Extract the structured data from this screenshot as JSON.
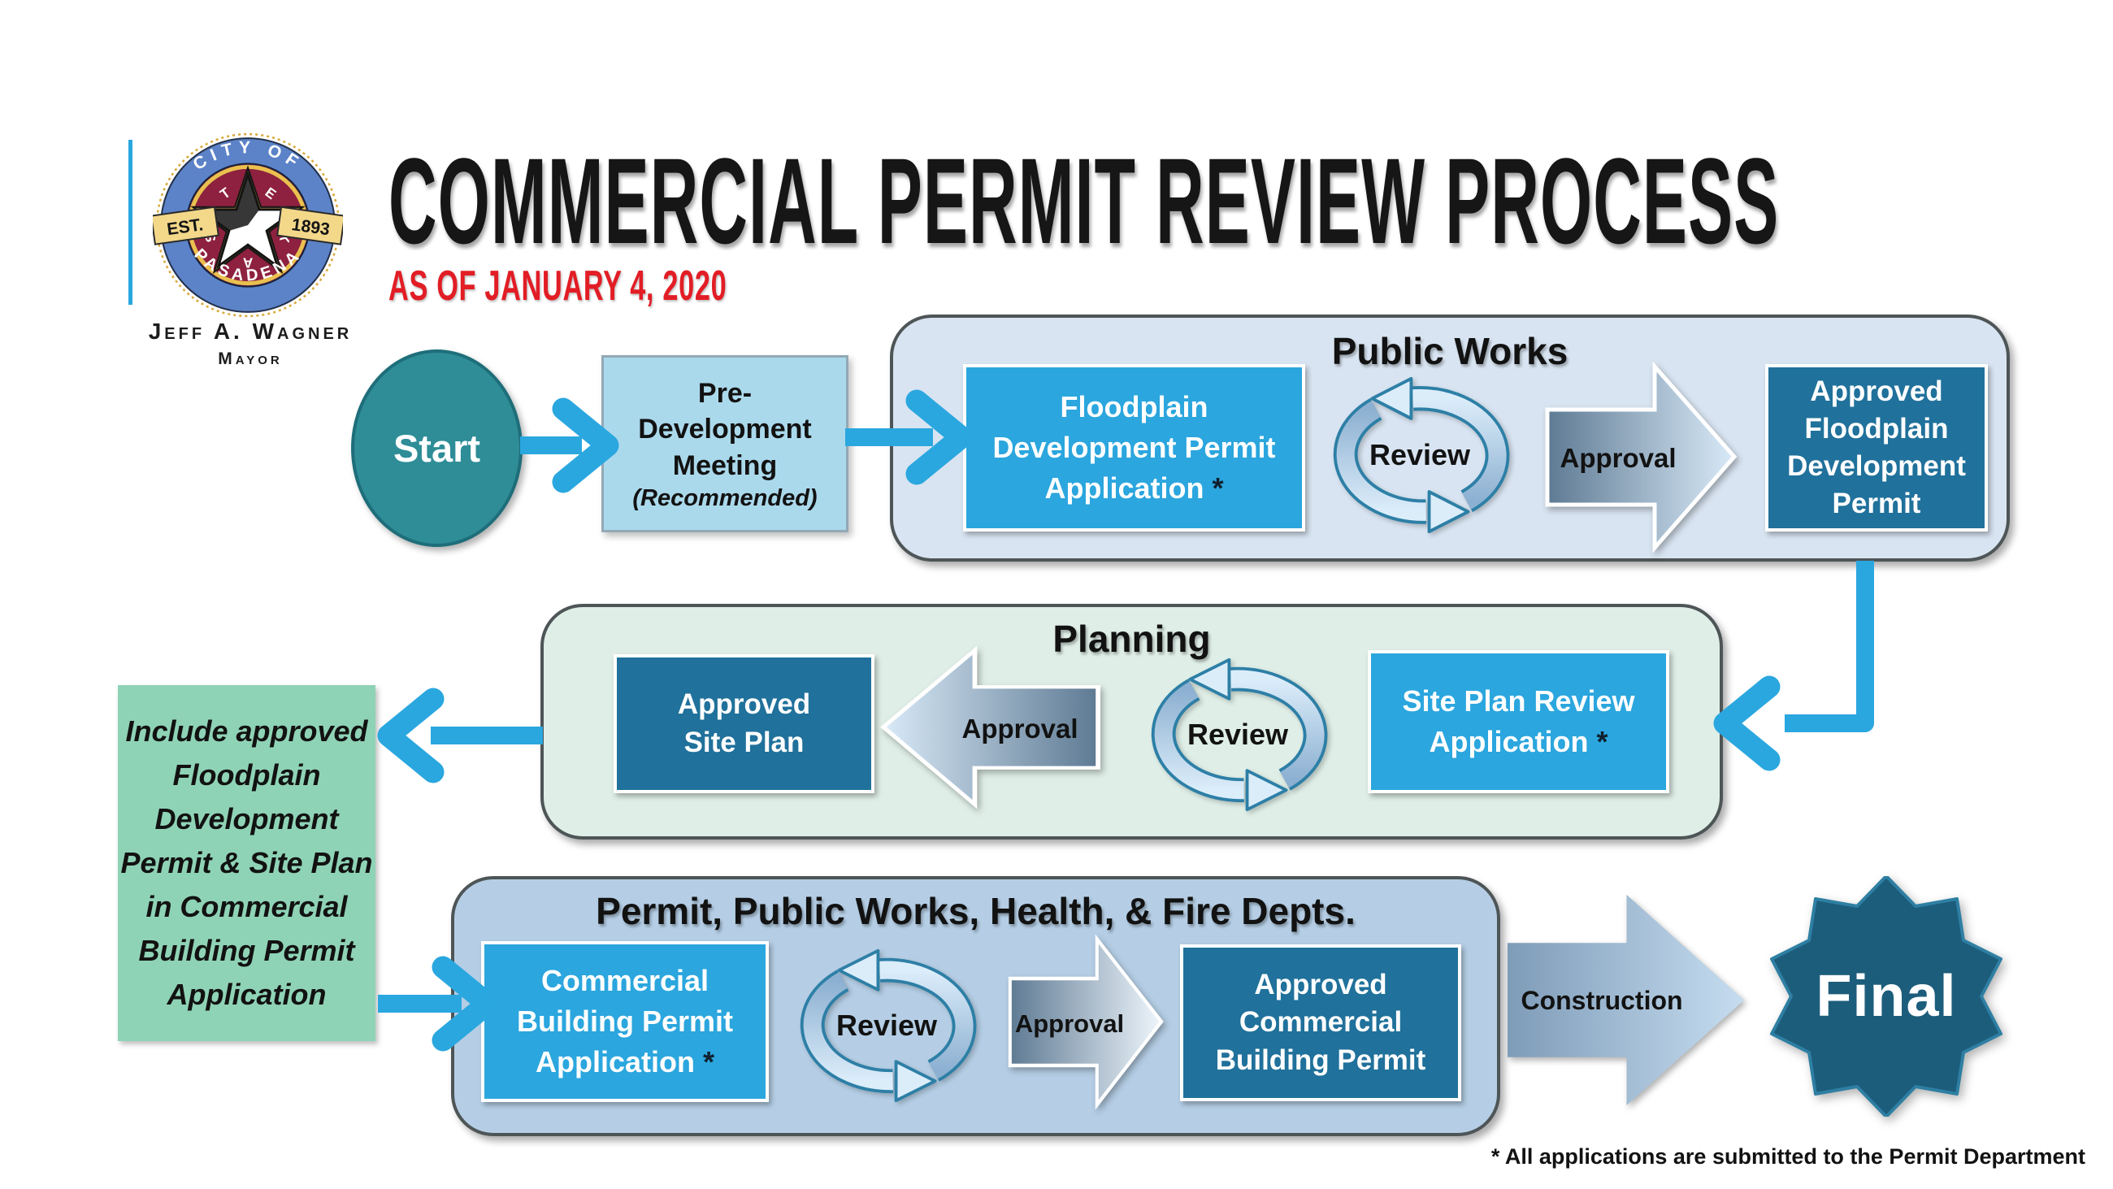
{
  "colors": {
    "connector": "#2AA7DF",
    "app_box": "#2BA6DE",
    "approved_box": "#20719B",
    "start_node": "#2E8D97",
    "final_badge": "#1D5D7C",
    "public_works_bg": "#D8E4F1",
    "planning_bg": "#DFEEE7",
    "permits_bg": "#B5CEE5",
    "note_bg": "#8FD3B6",
    "subtitle_red": "#E21D25"
  },
  "header": {
    "title": "COMMERCIAL PERMIT REVIEW PROCESS",
    "subtitle": "AS OF JANUARY 4, 2020",
    "official_name": "Jeff A. Wagner",
    "official_title": "Mayor",
    "logo": {
      "city_top": "CITY OF",
      "city_bottom": "PASADENA",
      "est": "EST.",
      "year": "1893",
      "texas_letters": [
        "T",
        "E",
        "X",
        "A",
        "S"
      ]
    }
  },
  "flow": {
    "start_label": "Start",
    "predev": {
      "label": "Pre-\nDevelopment\nMeeting",
      "note": "(Recommended)"
    },
    "public_works": {
      "title": "Public Works",
      "application": "Floodplain\nDevelopment Permit\nApplication",
      "asterisk": "*",
      "review_label": "Review",
      "approval_label": "Approval",
      "approved": "Approved\nFloodplain\nDevelopment\nPermit"
    },
    "planning": {
      "title": "Planning",
      "approved": "Approved\nSite Plan",
      "approval_label": "Approval",
      "review_label": "Review",
      "application": "Site Plan Review\nApplication",
      "asterisk": "*"
    },
    "note_box": "Include approved\nFloodplain\nDevelopment\nPermit & Site Plan\nin Commercial\nBuilding Permit\nApplication",
    "permits": {
      "title": "Permit, Public Works, Health, & Fire Depts.",
      "application": "Commercial\nBuilding Permit\nApplication",
      "asterisk": "*",
      "review_label": "Review",
      "approval_label": "Approval",
      "approved": "Approved\nCommercial\nBuilding Permit"
    },
    "construction_label": "Construction",
    "final_label": "Final",
    "footnote": "* All applications are submitted to the Permit Department"
  }
}
